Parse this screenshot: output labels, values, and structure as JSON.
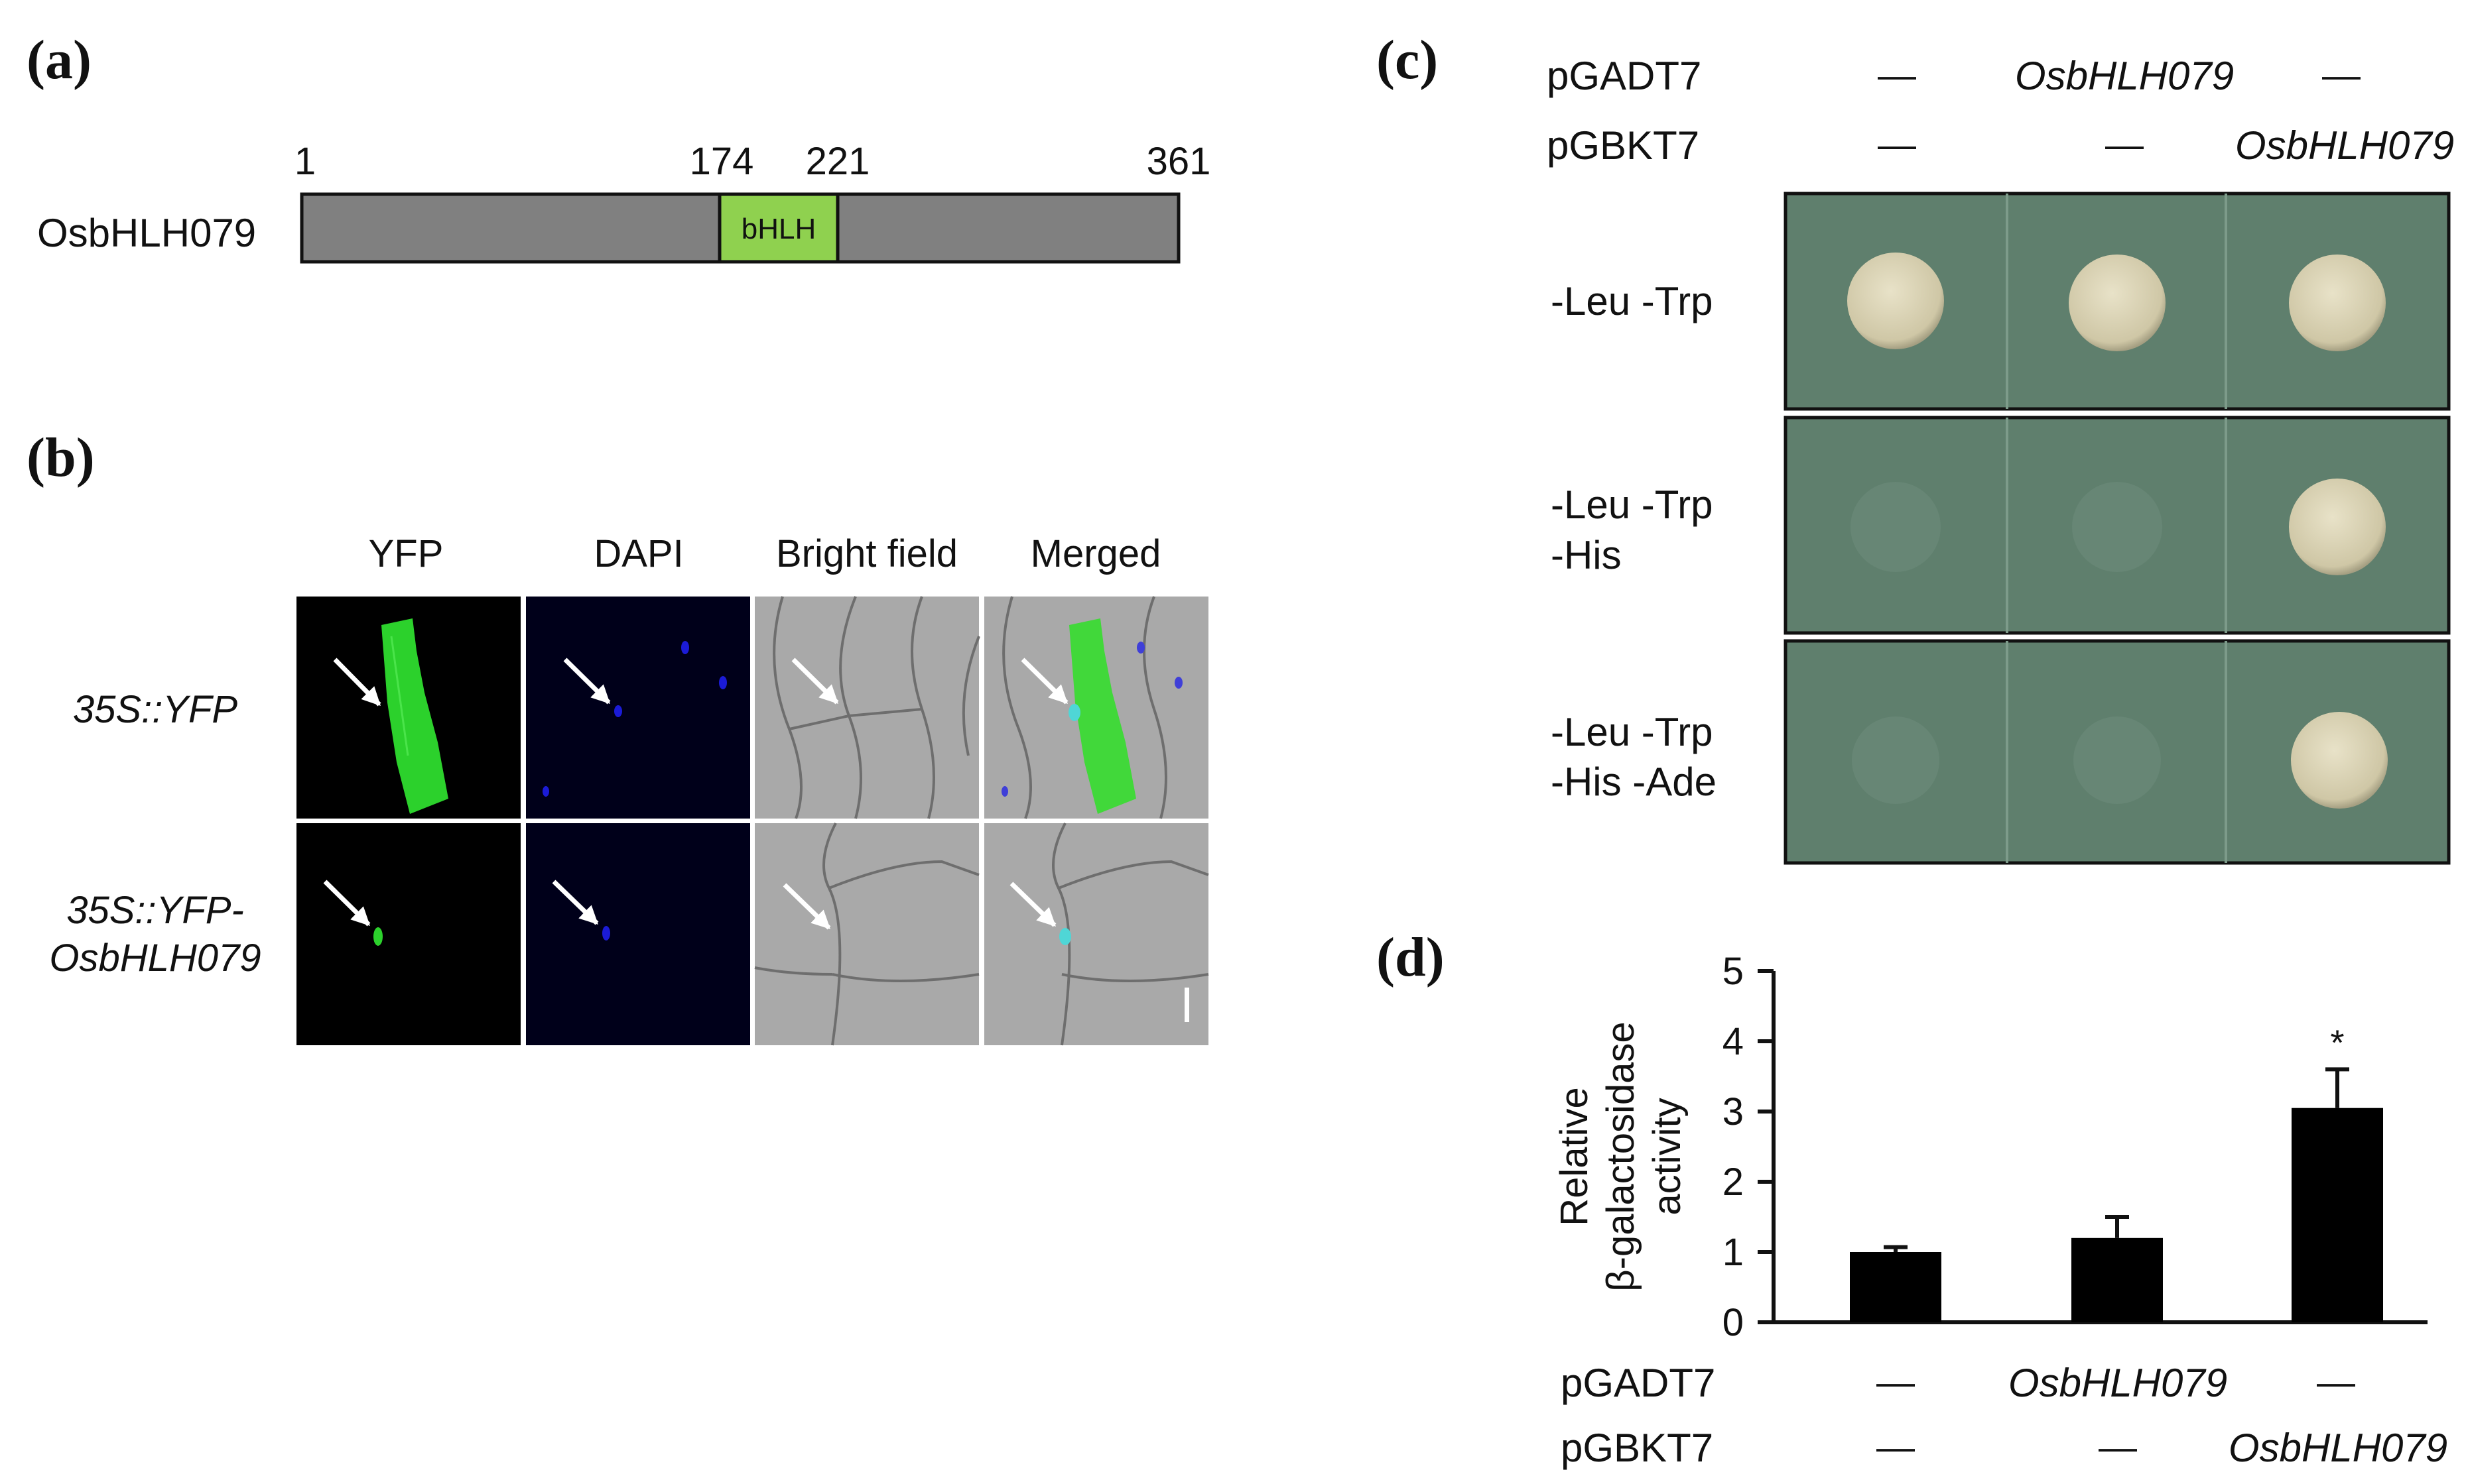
{
  "panels": {
    "a": {
      "letter": "(a)",
      "protein": "OsbHLH079",
      "positions": [
        "1",
        "174",
        "221",
        "361"
      ],
      "domain": "bHLH",
      "colors": {
        "bar": "#808080",
        "domain": "#8fd14f"
      }
    },
    "b": {
      "letter": "(b)",
      "columns": [
        "YFP",
        "DAPI",
        "Bright field",
        "Merged"
      ],
      "rows": [
        "35S::YFP",
        "35S::YFP-",
        "OsbHLH079"
      ],
      "colors": {
        "yfp": "#2cd12c",
        "dapi": "#1b1bd6",
        "bright": "#a9a9a9"
      }
    },
    "c": {
      "letter": "(c)",
      "vectors": {
        "pgadt7": {
          "label": "pGADT7",
          "values": [
            "—",
            "OsbHLH079",
            "—"
          ]
        },
        "pgbkt7": {
          "label": "pGBKT7",
          "values": [
            "—",
            "—",
            "OsbHLH079"
          ]
        }
      },
      "media": [
        [
          "-Leu -Trp"
        ],
        [
          "-Leu -Trp",
          "-His"
        ],
        [
          "-Leu -Trp",
          "-His -Ade"
        ]
      ],
      "growth": [
        [
          1,
          1,
          1
        ],
        [
          0,
          0,
          1
        ],
        [
          0,
          0,
          1
        ]
      ],
      "colors": {
        "plate": "#5f7f6d",
        "colony": "#d8d2b4"
      }
    },
    "d": {
      "letter": "(d)",
      "vectors": {
        "pgadt7": {
          "label": "pGADT7",
          "values": [
            "—",
            "OsbHLH079",
            "—"
          ]
        },
        "pgbkt7": {
          "label": "pGBKT7",
          "values": [
            "—",
            "—",
            "OsbHLH079"
          ]
        }
      }
    }
  },
  "chart_data": {
    "type": "bar",
    "ylabel": [
      "Relative",
      "β-galactosidase",
      "activity"
    ],
    "yticks": [
      "0",
      "1",
      "2",
      "3",
      "4",
      "5"
    ],
    "ylim": [
      0,
      5
    ],
    "values": [
      1.0,
      1.2,
      3.05
    ],
    "errors": [
      0.07,
      0.3,
      0.55
    ],
    "annotations": [
      "",
      "",
      "*"
    ],
    "color": "#000000"
  }
}
